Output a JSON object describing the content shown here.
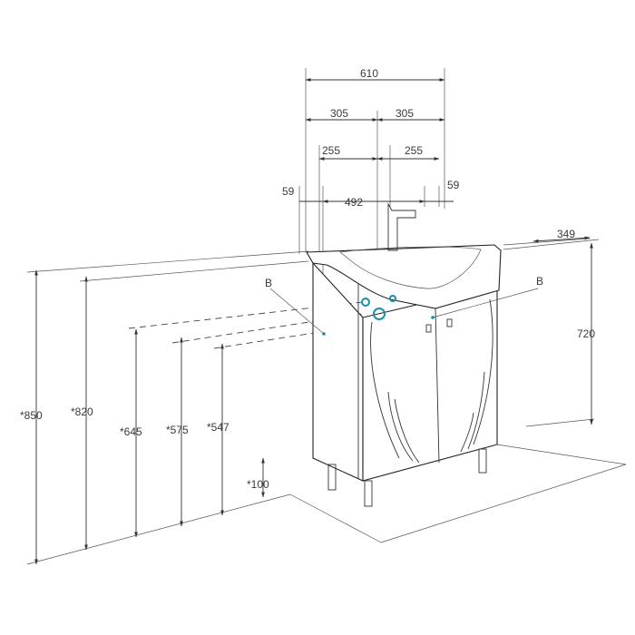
{
  "dimensions": {
    "overall_width": "610",
    "half_left": "305",
    "half_right": "305",
    "offset_left": "255",
    "offset_right": "255",
    "edge_left": "59",
    "edge_right": "59",
    "mount_spacing": "492",
    "depth": "349",
    "cabinet_height": "720",
    "total_height": "*850",
    "basin_height": "*820",
    "height_645": "*645",
    "height_575": "*575",
    "height_547": "*547",
    "leg_height": "*100"
  },
  "labels": {
    "point_left": "B",
    "point_right": "B"
  },
  "colors": {
    "line": "#333333",
    "accent": "#1a8fa8"
  }
}
